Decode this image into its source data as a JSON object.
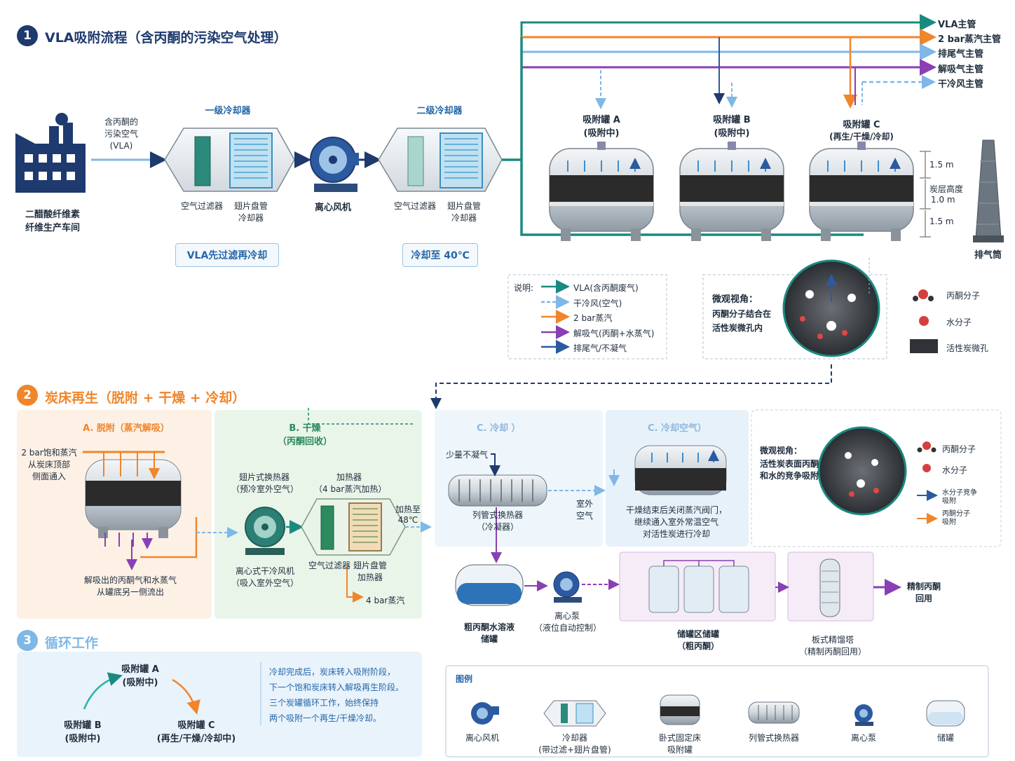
{
  "sec1": {
    "num": "1",
    "title": "VLA吸附流程（含丙酮的污染空气处理）"
  },
  "factory": {
    "line1": "二醋酸纤维素",
    "line2": "纤维生产车间"
  },
  "vla_in": {
    "line1": "含丙酮的",
    "line2": "污染空气",
    "line3": "(VLA)"
  },
  "cooler1": {
    "title": "一级冷却器",
    "filter": "空气过滤器",
    "coil1": "翅片盘管",
    "coil2": "冷却器",
    "callout": "VLA先过滤再冷却"
  },
  "fan": {
    "label": "离心风机"
  },
  "cooler2": {
    "title": "二级冷却器",
    "filter": "空气过滤器",
    "coil1": "翅片盘管",
    "coil2": "冷却器",
    "callout": "冷却至 40℃"
  },
  "headers": [
    "VLA主管",
    "2 bar蒸汽主管",
    "排尾气主管",
    "解吸气主管",
    "干冷风主管"
  ],
  "tanks": [
    {
      "name": "吸附罐 A",
      "state": "(吸附中)"
    },
    {
      "name": "吸附罐 B",
      "state": "(吸附中)"
    },
    {
      "name": "吸附罐 C",
      "state": "(再生/干燥/冷却)"
    }
  ],
  "dims": {
    "top": "1.5 m",
    "bed1": "炭层高度",
    "bed2": "1.0 m",
    "bottom": "1.5 m"
  },
  "stack": {
    "label": "排气筒"
  },
  "legend1": {
    "title": "说明:",
    "items": [
      "VLA(含丙酮废气)",
      "干冷风(空气)",
      "2 bar蒸汽",
      "解吸气(丙酮+水蒸气)",
      "排尾气/不凝气"
    ]
  },
  "micro1": {
    "title": "微观视角：",
    "line1": "丙酮分子结合在",
    "line2": "活性炭微孔内",
    "k1": "丙酮分子",
    "k2": "水分子",
    "k3": "活性炭微孔"
  },
  "sec2": {
    "num": "2",
    "title": "炭床再生（脱附 + 干燥 + 冷却）"
  },
  "stepA": {
    "title1": "A. 脱附",
    "title2": "（蒸汽解吸）",
    "in1": "2 bar饱和蒸汽",
    "in2": "从炭床顶部",
    "in3": "侧面通入",
    "out1": "解吸出的丙酮气和水蒸气",
    "out2": "从罐底另一侧流出"
  },
  "stepB": {
    "title1": "B. 干燥",
    "title2": "（丙酮回收）",
    "fanlbl1": "离心式干冷风机",
    "fanlbl2": "（吸入室外空气）",
    "hx1": "翅片式换热器",
    "hx2": "（预冷室外空气）",
    "heater1": "加热器",
    "heater2": "（4 bar蒸汽加热）",
    "hot1": "加热至",
    "hot2": "48℃",
    "filter": "空气过滤器",
    "coil1": "翅片盘管",
    "coil2": "加热器",
    "steam": "4 bar蒸汽"
  },
  "stepC": {
    "title": "C. 冷却 ）",
    "noncond": "少量不凝气",
    "hx1": "列管式换热器",
    "hx2": "（冷凝器）"
  },
  "stepC2": {
    "title": "C. 冷却空气）",
    "outdoor1": "室外",
    "outdoor2": "空气",
    "note1": "干燥结束后关闭蒸汽阀门，",
    "note2": "继续通入室外常温空气",
    "note3": "对活性炭进行冷却"
  },
  "micro2": {
    "title": "微观视角：",
    "line1": "活性炭表面丙酮",
    "line2": "和水的竞争吸附",
    "k1": "丙酮分子",
    "k2": "水分子",
    "k3a": "水分子竞争",
    "k3b": "吸附",
    "k4a": "丙酮分子",
    "k4b": "吸附"
  },
  "recovery": {
    "tank1": "粗丙酮水溶液",
    "tank2": "储罐",
    "pump1": "离心泵",
    "pump2": "（液位自动控制）",
    "storage1": "储罐区储罐",
    "storage2": "（粗丙酮）",
    "column1": "板式精馏塔",
    "column2": "（精制丙酮回用）",
    "product1": "精制丙酮",
    "product2": "回用"
  },
  "sec3": {
    "num": "3",
    "title": "循环工作"
  },
  "cycle": {
    "a1": "吸附罐 A",
    "a2": "(吸附中)",
    "b1": "吸附罐 B",
    "b2": "(吸附中)",
    "c1": "吸附罐 C",
    "c2": "(再生/干燥/冷却中)",
    "text": [
      "冷却完成后，炭床转入吸附阶段，",
      "下一个饱和炭床转入解吸再生阶段。",
      "三个炭罐循环工作，始终保持",
      "两个吸附一个再生/干燥冷却。"
    ]
  },
  "legend2": {
    "title": "图例",
    "items": [
      {
        "l1": "离心风机",
        "l2": ""
      },
      {
        "l1": "冷却器",
        "l2": "(带过滤+翅片盘管)"
      },
      {
        "l1": "卧式固定床",
        "l2": "吸附罐"
      },
      {
        "l1": "列管式换热器",
        "l2": ""
      },
      {
        "l1": "离心泵",
        "l2": ""
      },
      {
        "l1": "储罐",
        "l2": ""
      }
    ]
  },
  "colors": {
    "navy": "#1e3a6e",
    "teal": "#1a8a80",
    "lightblue": "#7fb7e6",
    "orange": "#f0852a",
    "purple": "#8a3fb4",
    "blue": "#2c5aa0"
  }
}
